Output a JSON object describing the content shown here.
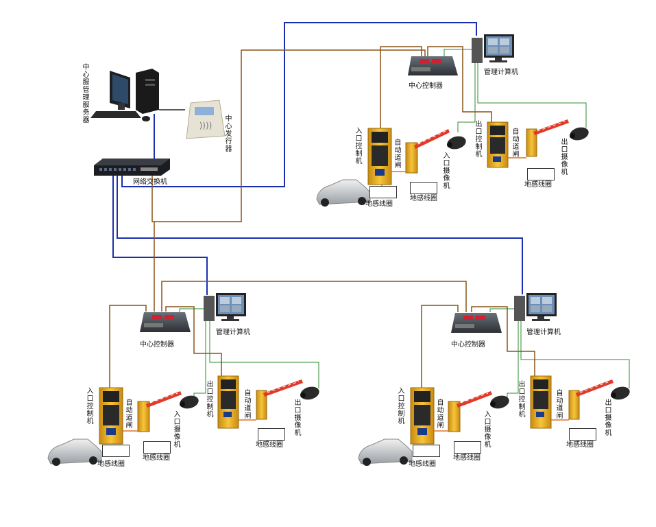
{
  "labels": {
    "server": "中心服管理服务器",
    "issuer": "中心发行器",
    "switch": "网络交换机",
    "controller": "中心控制器",
    "mgmt_pc": "管理计算机",
    "entry_ctrl": "入口控制机",
    "exit_ctrl": "出口控制机",
    "auto_gate": "自动道闸",
    "entry_cam": "入口摄像机",
    "exit_cam": "出口摄像机",
    "loop": "地感线圈"
  },
  "colors": {
    "network": "#1a2fb0",
    "rs485": "#8a5216",
    "video": "#2e8b2e",
    "gate_arm": "#e23a2a",
    "cabinet": "#f1b92a"
  }
}
